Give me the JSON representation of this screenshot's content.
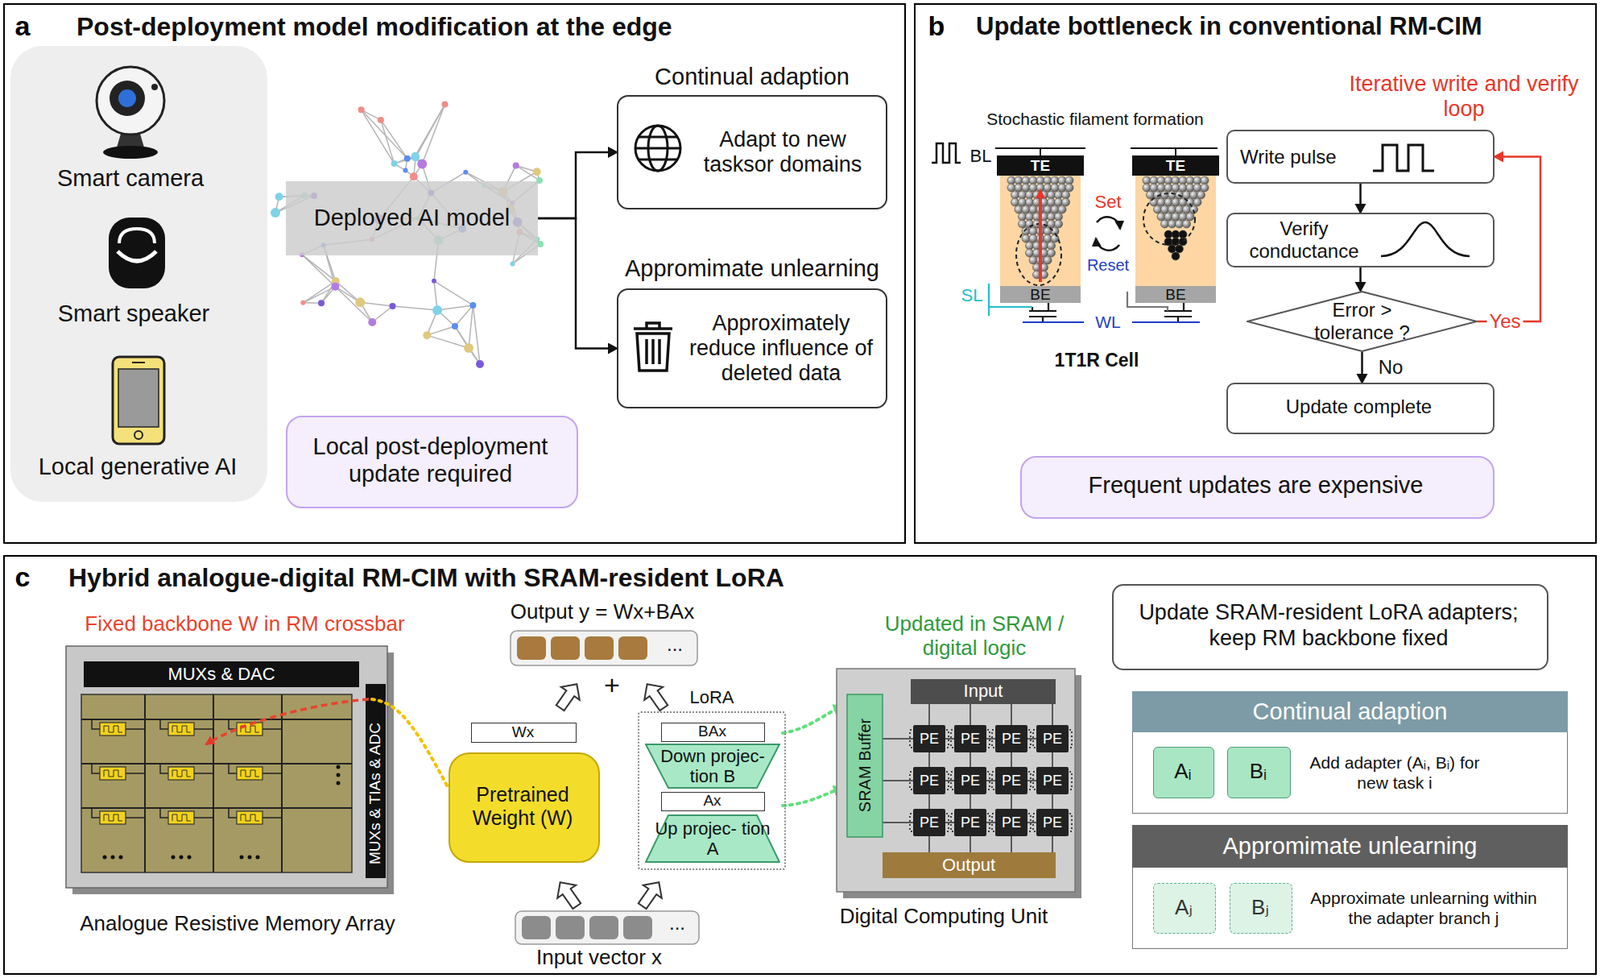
{
  "diagram": {
    "nodes": [
      {
        "text": [
          "Post-deployment model modification at the edge"
        ]
      },
      {
        "text": [
          "Deployed AI model"
        ],
        "in": 0
      },
      {
        "text": [
          "Continual adaption",
          "Adapt to new tasksor domains"
        ],
        "in": 0
      },
      {
        "text": [
          "Appromimate unlearning",
          "Approximately reduce influence of deleted data"
        ],
        "in": 0
      },
      {
        "text": [
          "Local post-deployment update required"
        ],
        "in": 0
      },
      {
        "text": [
          "Update bottleneck in conventional RM-CIM"
        ]
      },
      {
        "text": [
          "Write pulse"
        ],
        "in": 5
      },
      {
        "text": [
          "Verify conductance"
        ],
        "in": 5
      },
      {
        "text": [
          "Error > tolerance ?"
        ],
        "in": 5
      },
      {
        "text": [
          "Update complete"
        ],
        "in": 5
      },
      {
        "text": [
          "Frequent updates are expensive"
        ],
        "in": 5
      },
      {
        "text": [
          "Hybrid analogue-digital RM-CIM with SRAM-resident LoRA"
        ]
      },
      {
        "text": [
          "Wx"
        ],
        "in": 11
      },
      {
        "text": [
          "Pretrained Weight (W)"
        ],
        "in": 11
      },
      {
        "text": [
          "LoRA"
        ],
        "in": 11
      },
      {
        "text": [
          "BAx"
        ],
        "in": 14
      },
      {
        "text": [
          "Down projec- tion B"
        ],
        "in": 14
      },
      {
        "text": [
          "Ax"
        ],
        "in": 14
      },
      {
        "text": [
          "Up projec- tion A"
        ],
        "in": 14
      },
      {
        "text": [
          "Update SRAM-resident LoRA adapters; keep RM backbone fixed"
        ],
        "in": 11
      },
      {
        "text": [
          "Continual adaption",
          "Add adapter (Aᵢ, Bᵢ) for new task i"
        ],
        "in": 11
      },
      {
        "text": [
          "Aᵢ"
        ],
        "in": 20
      },
      {
        "text": [
          "Bᵢ"
        ],
        "in": 20
      },
      {
        "text": [
          "Appromimate unlearning",
          "Approximate unlearning within the adapter branch j"
        ],
        "in": 11
      },
      {
        "text": [
          "Aⱼ"
        ],
        "in": 23
      },
      {
        "text": [
          "Bⱼ"
        ],
        "in": 23
      }
    ],
    "edges": [
      {
        "from": 1,
        "to": 2,
        "arrow": "to"
      },
      {
        "from": 1,
        "to": 3,
        "arrow": "to"
      },
      {
        "from": 6,
        "to": 7,
        "arrow": "to"
      },
      {
        "from": 7,
        "to": 8,
        "arrow": "to"
      },
      {
        "from": 8,
        "to": 9,
        "label": "No",
        "arrow": "to"
      },
      {
        "from": 8,
        "to": 6,
        "label": "Yes",
        "arrow": "to"
      }
    ],
    "labels": [
      "a",
      "Smart camera",
      "Smart speaker",
      "Local generative AI",
      "b",
      "Iterative write and verify loop",
      "Stochastic filament formation",
      "BL",
      "TE",
      "TE",
      "Set",
      "Reset",
      "SL",
      "BE",
      "BE",
      "WL",
      "1T1R Cell",
      "c",
      "Fixed backbone W in RM crossbar",
      "MUXs & DAC",
      "MUXs & TIAs & ADC",
      "Analogue Resistive Memory Array",
      "Output y = Wx+BAx",
      "...",
      "+",
      "...",
      "Input vector x",
      "Updated in SRAM / digital logic",
      "SRAM Buffer",
      "Input",
      "PE",
      "PE",
      "PE",
      "PE",
      "PE",
      "PE",
      "PE",
      "PE",
      "PE",
      "PE",
      "PE",
      "PE",
      "Output",
      "Digital Computing Unit"
    ]
  }
}
